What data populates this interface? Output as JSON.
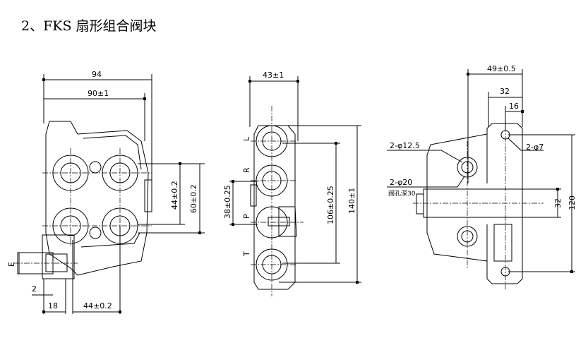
{
  "title": "2、FKS 扇形组合阀块",
  "front_view": {
    "dims": {
      "overall_width": "94",
      "body_width": "90±1",
      "port_spacing_v1": "44±0.2",
      "port_spacing_v2": "60±0.2",
      "thread_label": "E",
      "chamfer": "2",
      "boss_length": "18",
      "port_spacing_h": "44±0.2"
    }
  },
  "side_view": {
    "dims": {
      "width": "43±1",
      "port_pitch": "106±0.25",
      "height": "140±1",
      "p_offset": "38±0.25"
    },
    "ports": [
      "L",
      "R",
      "P",
      "T"
    ]
  },
  "rear_view": {
    "dims": {
      "width": "49±0.5",
      "mid": "32",
      "hole_offset": "16",
      "hole_small": "2-φ7",
      "hole_large": "2-φ12.5",
      "counterbore": "2-φ20",
      "depth_note": "阀孔深30",
      "boss_height": "32",
      "hole_pitch": "120"
    }
  }
}
